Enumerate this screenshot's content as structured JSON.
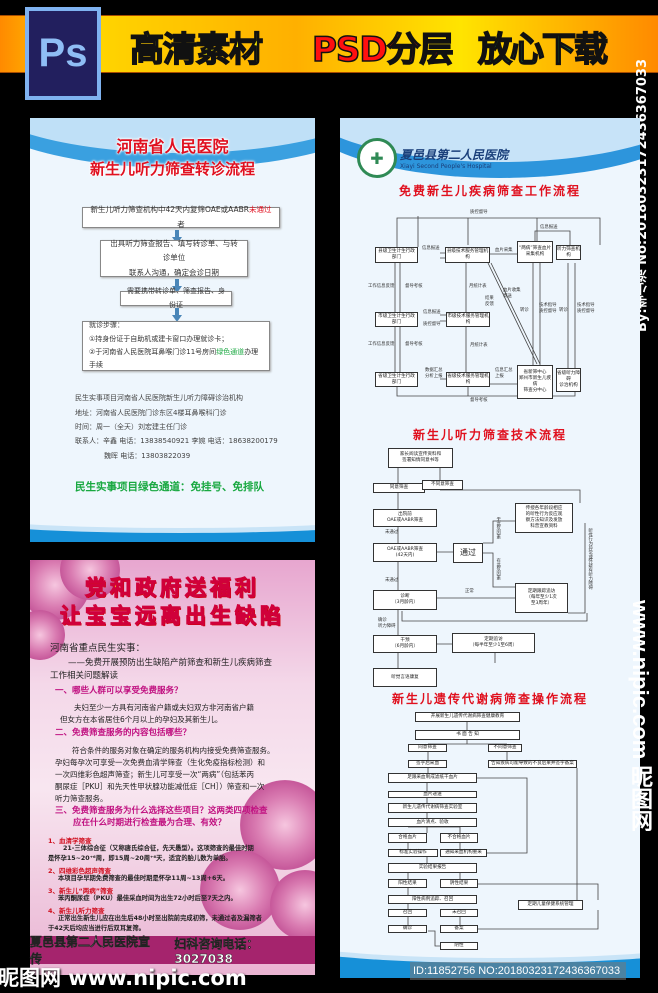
{
  "banner": {
    "logo": "Ps",
    "text1": "高清素材",
    "text2": "PSD分层",
    "text3": "放心下载",
    "vertical_id": "By:李小浩 No:20180323172436367033"
  },
  "colors": {
    "banner_yellow": "#ffe400",
    "red": "#e01020",
    "green": "#18a840",
    "pink_footer": "#a5246d"
  },
  "panel1": {
    "title1": "河南省人民医院",
    "title2": "新生儿听力筛查转诊流程",
    "step1_a": "新生儿听力筛查机构中42天内复筛OAE或AABR",
    "step1_red": "未通过",
    "step1_b": "者",
    "step2_l1": "出具听力筛查报告、填写转诊单、与转诊单位",
    "step2_l2": "联系人沟通，确定会诊日期",
    "step3": "需要携带转诊单、筛查报告、身份证",
    "step4_head": "就诊步骤：",
    "step4_l1": "①持身份证于自助机或建卡窗口办理就诊卡；",
    "step4_l2_a": "②于河南省人民医院耳鼻喉门诊11号房间",
    "step4_l2_green": "绿色通道",
    "step4_l2_b": "办理手续",
    "info": [
      "民生实事项目河南省人民医院新生儿听力障碍诊治机构",
      "地址：河南省人民医院门诊东区4楼耳鼻喉科门诊",
      "时间：周一（全天）刘宏建主任门诊",
      "联系人：辛鑫  电话：13838540921  李婉  电话：18638200179",
      "魏晖  电话：13803822039"
    ],
    "green_line": "民生实事项目绿色通道：免挂号、免排队"
  },
  "panel2": {
    "title1": "党和政府送福利",
    "title2": "让宝宝远离出生缺陷",
    "intro1": "河南省重点民生实事：",
    "intro2": "——免费开展预防出生缺陷产前筛查和新生儿疾病筛查",
    "intro3": "工作相关问题解读",
    "q1": "一、哪些人群可以享受免费服务？",
    "a1": [
      "夫妇至少一方具有河南省户籍或夫妇双方非河南省户籍",
      "但女方在本省居住6个月以上的孕妇及其新生儿。"
    ],
    "q2": "二、免费筛查服务的内容包括哪些？",
    "a2": [
      "符合条件的服务对象在确定的服务机构内接受免费筛查服务。",
      "孕妇每孕次可享受一次免费血清学筛查（生化免疫指标检测）和",
      "一次四维彩色超声筛查；新生儿可享受一次“两病”（包括苯丙",
      "酮尿症［PKU］和先天性甲状腺功能减低症［CH］）筛查和一次",
      "听力筛查服务。"
    ],
    "q3": [
      "三、免费筛查服务为什么选择这些项目？这两类四项检查",
      "应在什么时期进行检查最为合理、有效？"
    ],
    "items": [
      {
        "title": "1、血清学筛查",
        "text": [
          "21-三体综合征（又称唐氏综合征，先天愚型）。这项筛查的最佳时期",
          "是怀孕15~20⁺⁶周，即15周~20周⁺⁶天，适宜的胎儿数为单胎。"
        ]
      },
      {
        "title": "2、四维彩色超声筛查",
        "text": [
          "本项目孕早期免费筛查的最佳时期是怀孕11周~13周+6天。"
        ]
      },
      {
        "title": "3、新生儿“两病”筛查",
        "text": [
          "苯丙酮尿症（PKU）最佳采血时间为出生72小时后至7天之内。"
        ]
      },
      {
        "title": "4、新生儿听力筛查",
        "text": [
          "正常出生新生儿应在出生后48小时至出院前完成初筛，未通过者及漏筛者",
          "于42天后均应当进行后双耳复筛。"
        ]
      }
    ],
    "footer_left": "夏邑县第二人民医院宣传",
    "footer_right": "妇科咨询电话：3027038"
  },
  "watermark": {
    "site": "昵图网 www.nipic.com",
    "vertical": "www.nipic.com 昵图网",
    "id": "ID:11852756 NO:20180323172436367033"
  },
  "panel3": {
    "hospital_cn": "夏邑县第二人民医院",
    "hospital_en": "Xiayi Second People's Hospital",
    "chart1": {
      "title": "免费新生儿疾病筛查工作流程",
      "boxes": [
        "县级卫生计生行政部门",
        "县级技术服务管理机构",
        "“两病”筛查血片\n采集机构",
        "听力筛查机构",
        "市级卫生计生行政部门",
        "市级技术服务管理机构",
        "省级卫生计生行政部门",
        "省级技术服务管理机构",
        "省新筛中心\n郑州市新生儿疾病\n筛查分中心",
        "省级听力障碍\n诊治机构"
      ],
      "labels": [
        "质控督导",
        "信息报送",
        "血片采集",
        "信息报送",
        "工作信息反馈",
        "督导考核",
        "月统计表",
        "结果\n反馈",
        "血片收集\n寄送",
        "转诊",
        "技术指导\n质控督导",
        "转诊",
        "技术指导\n质控督导",
        "信息报送",
        "质控督导",
        "工作信息反馈",
        "督导考核",
        "月统计表",
        "数据汇总\n分析上报",
        "信息汇总\n上报",
        "督导考核"
      ]
    },
    "chart2": {
      "title": "新生儿听力筛查技术流程",
      "boxes": [
        "家长阅读宣传资料和\n签署知情同意书等",
        "同意筛查",
        "不同意筛查",
        "出院前\nOAE或AABR筛查",
        "传授各年龄段相应\n的听性行为反应观\n察方法知识及发放\n科普宣教资料",
        "OAE或AABR筛查\n(42天内)",
        "通过",
        "诊断\n（3月龄内）",
        "定期跟踪追访\n（每年至少1次\n至3周年）",
        "干预\n（6月龄内）",
        "定期追访\n（每半年至少1至6周）",
        "听觉言语康复"
      ],
      "labels": [
        "未通过",
        "无高危因素",
        "有高危因素",
        "未通过",
        "正常",
        "确诊\n听力障碍",
        "听性行为异常或怀疑有听力障碍"
      ]
    },
    "chart3": {
      "title": "新生儿遗传代谢病筛查操作流程",
      "boxes": [
        "开展新生儿遗传代谢病筛查健康教育",
        "书 面 告 知",
        "同意筛查",
        "不同意筛查",
        "签字后采血",
        "告知疾病可能导致的不良后果并签字备案",
        "足跟采血制成滤纸干血片",
        "血片递送",
        "新生儿遗传代谢病筛查实验室",
        "血片清点、验收",
        "合格血片",
        "不合格血片",
        "标准实验操作",
        "通知采血机构重采",
        "实验结果报告",
        "阳性结果",
        "阴性结果",
        "阳性病例追踪、召回",
        "召回",
        "未召回",
        "确诊",
        "备案",
        "阴性",
        "定期儿童保健系统管理"
      ]
    }
  }
}
